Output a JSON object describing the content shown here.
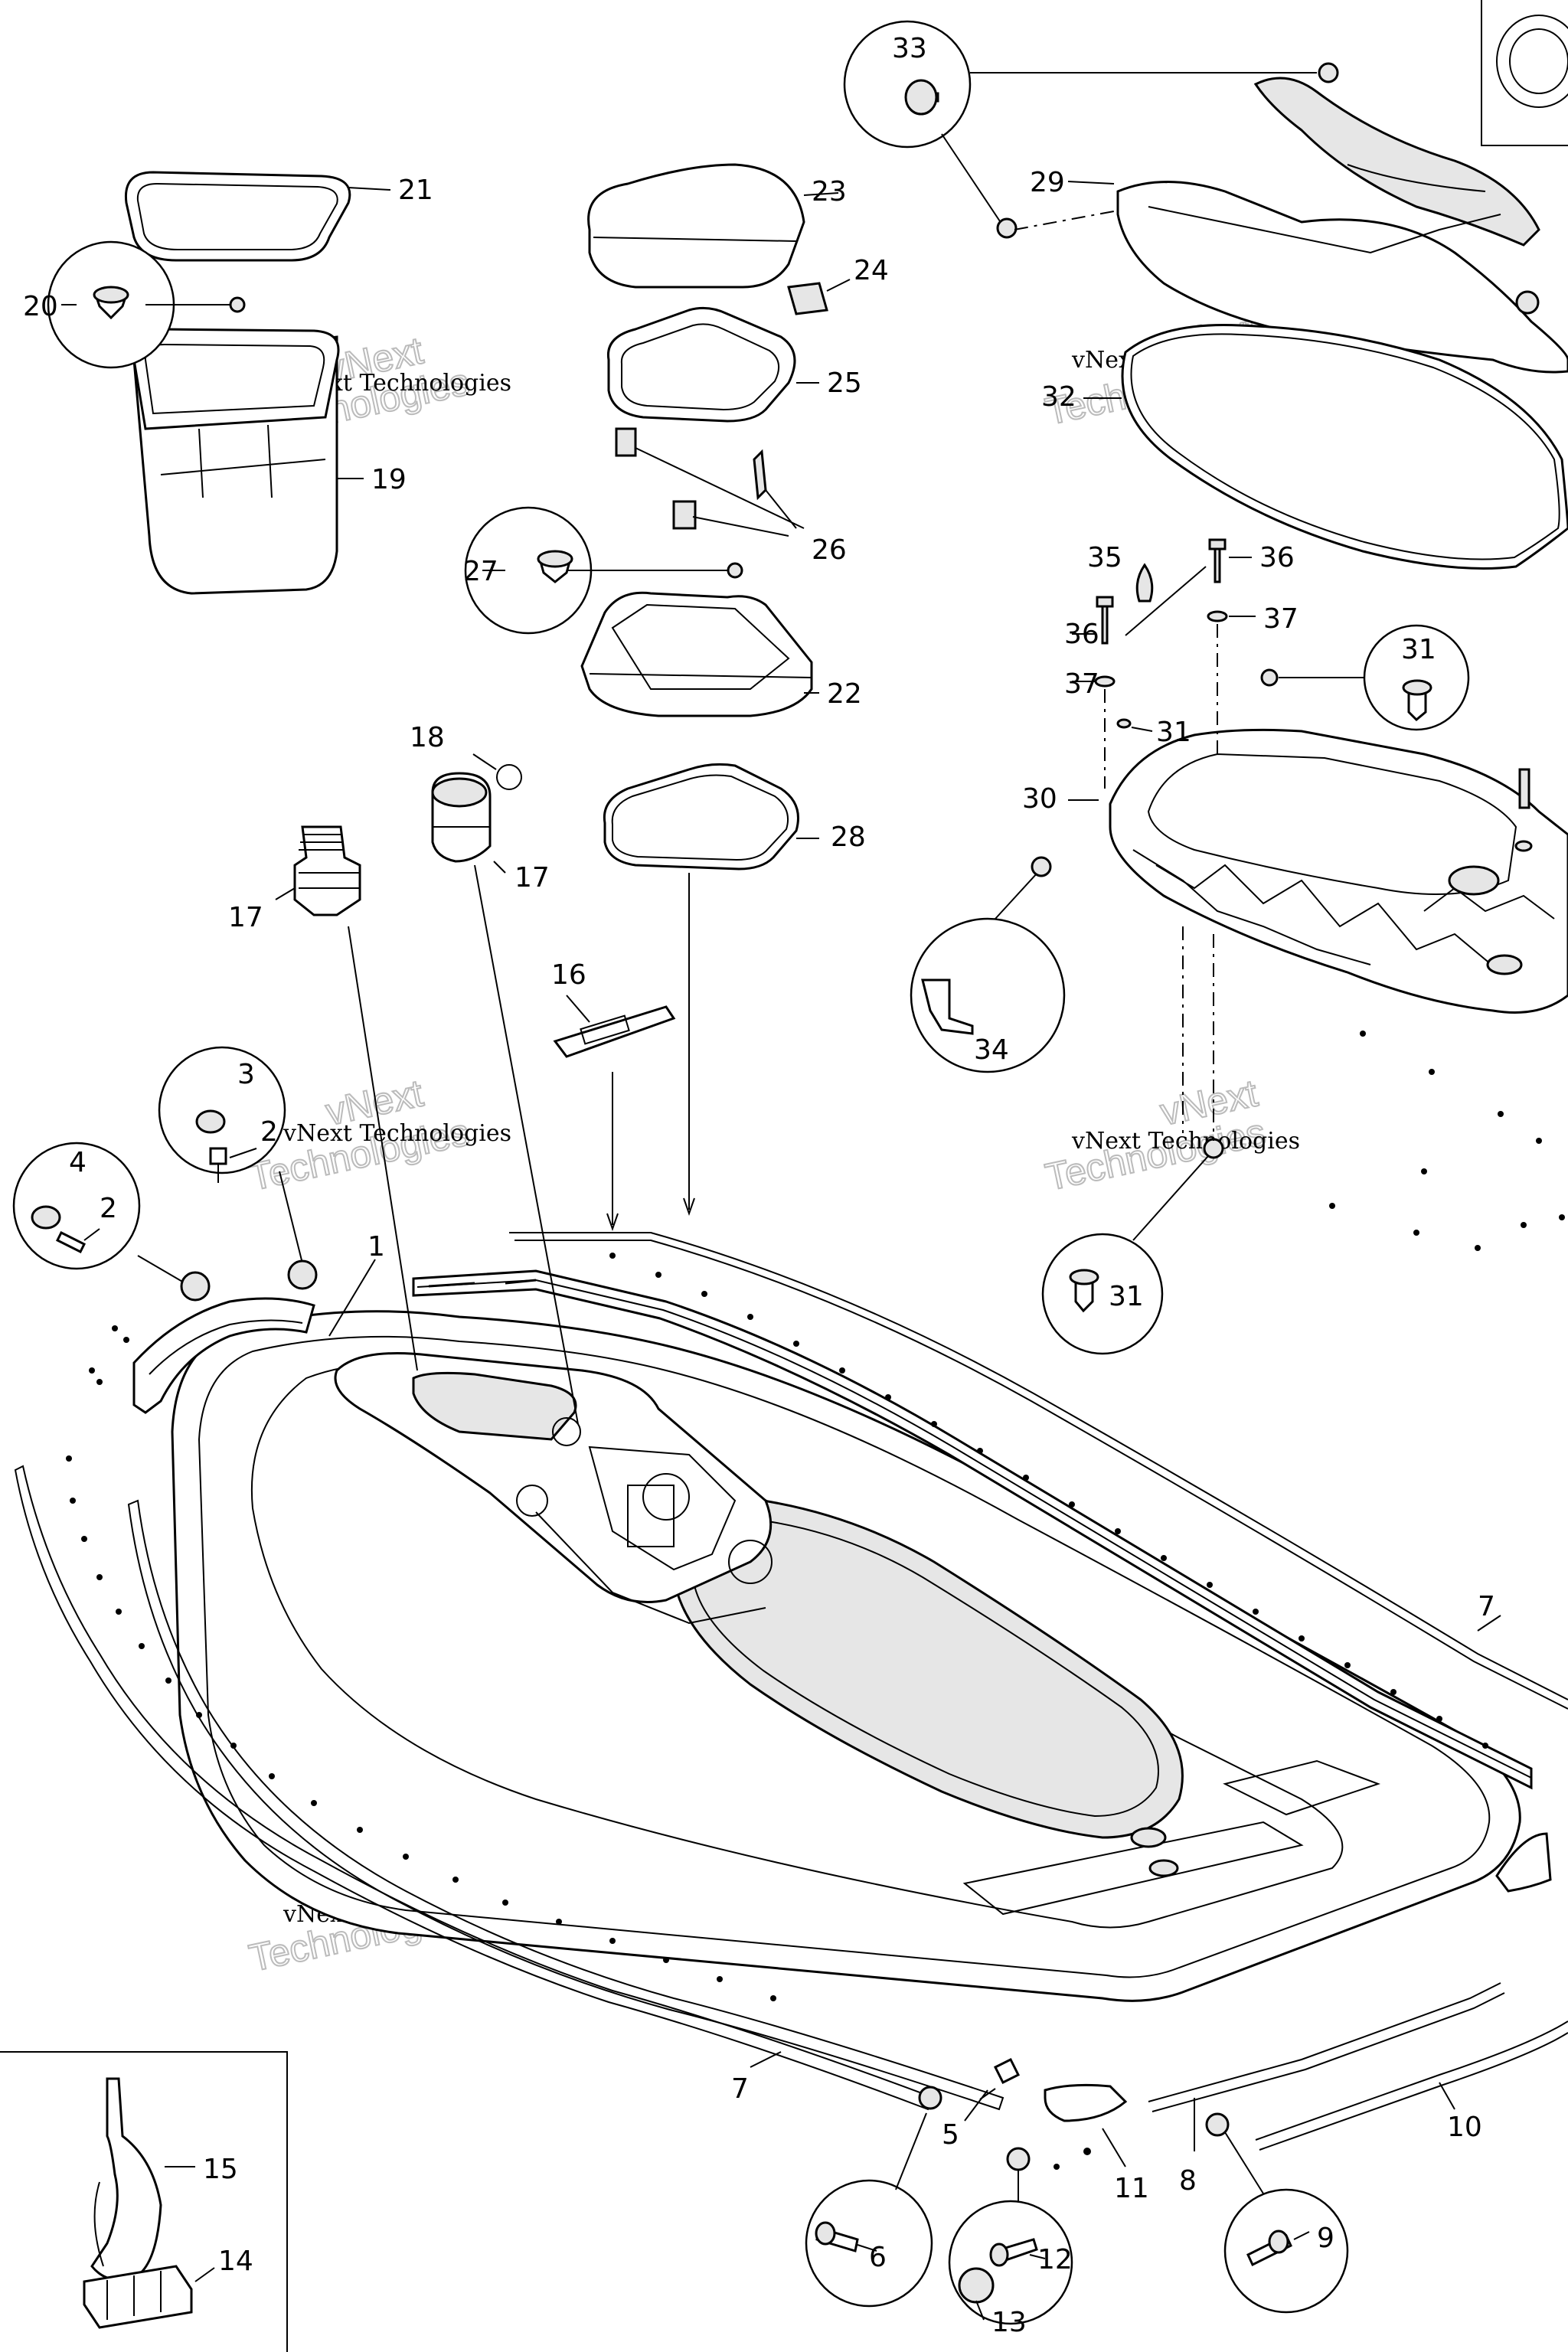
{
  "watermark": {
    "line1": "vNext Technologies",
    "line2": "vNext",
    "line3": "Technologies"
  },
  "callouts": {
    "c1": "1",
    "c2": "2",
    "c2b": "2",
    "c3": "3",
    "c4": "4",
    "c5": "5",
    "c6": "6",
    "c7": "7",
    "c7b": "7",
    "c8": "8",
    "c9": "9",
    "c10": "10",
    "c11": "11",
    "c12": "12",
    "c13": "13",
    "c14": "14",
    "c15": "15",
    "c16": "16",
    "c17": "17",
    "c17b": "17",
    "c18": "18",
    "c19": "19",
    "c20": "20",
    "c21": "21",
    "c22": "22",
    "c23": "23",
    "c24": "24",
    "c25": "25",
    "c26": "26",
    "c27": "27",
    "c28": "28",
    "c29": "29",
    "c30": "30",
    "c31": "31",
    "c31b": "31",
    "c31c": "31",
    "c32": "32",
    "c33": "33",
    "c34": "34",
    "c35": "35",
    "c36": "36",
    "c36b": "36",
    "c37": "37",
    "c37b": "37"
  }
}
